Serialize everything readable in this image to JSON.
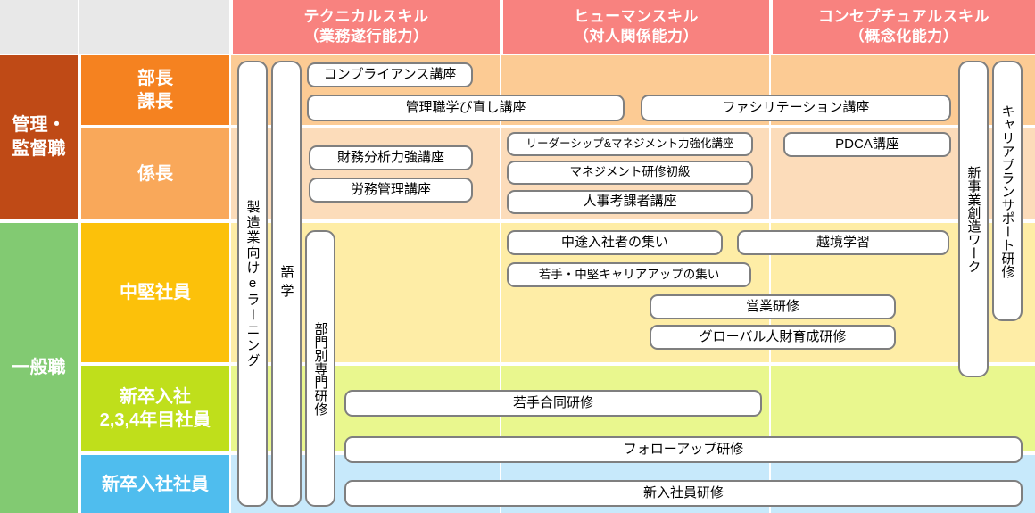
{
  "header": {
    "blank_left": "",
    "blank_level": "",
    "skills": [
      {
        "title": "テクニカルスキル",
        "subtitle": "（業務遂行能力）"
      },
      {
        "title": "ヒューマンスキル",
        "subtitle": "（対人関係能力）"
      },
      {
        "title": "コンセプチュアルスキル",
        "subtitle": "（概念化能力）"
      }
    ]
  },
  "groups": [
    {
      "label": "管理・\n監督職",
      "line1": "管理・",
      "line2": "監督職",
      "color": "#bf4a16"
    },
    {
      "label": "一般職",
      "line1": "一般職",
      "line2": "",
      "color": "#82ca72"
    }
  ],
  "levels": [
    {
      "line1": "部長",
      "line2": "課長",
      "color": "#f58220"
    },
    {
      "line1": "係長",
      "line2": "",
      "color": "#f9a85a"
    },
    {
      "line1": "中堅社員",
      "line2": "",
      "color": "#fcc10a"
    },
    {
      "line1": "新卒入社",
      "line2": "2,3,4年目社員",
      "color": "#bfdf1b"
    },
    {
      "line1": "新卒入社社員",
      "line2": "",
      "color": "#4fbdee"
    }
  ],
  "row_colors": [
    "#fccb94",
    "#fcdcba",
    "#feeda6",
    "#e9f78e",
    "#c7e9fb"
  ],
  "vertical_courses": [
    {
      "label": "製造業向けeラーニング"
    },
    {
      "label": "語学"
    },
    {
      "label": "部門別専門研修"
    },
    {
      "label": "新事業創造ワーク"
    },
    {
      "label": "キャリアプランサポート研修"
    }
  ],
  "courses": [
    {
      "label": "コンプライアンス講座"
    },
    {
      "label": "管理職学び直し講座"
    },
    {
      "label": "ファシリテーション講座"
    },
    {
      "label": "財務分析力強講座"
    },
    {
      "label": "労務管理講座"
    },
    {
      "label": "リーダーシップ&マネジメント力強化講座"
    },
    {
      "label": "マネジメント研修初級"
    },
    {
      "label": "人事考課者講座"
    },
    {
      "label": "PDCA講座"
    },
    {
      "label": "中途入社者の集い"
    },
    {
      "label": "越境学習"
    },
    {
      "label": "若手・中堅キャリアアップの集い"
    },
    {
      "label": "営業研修"
    },
    {
      "label": "グローバル人財育成研修"
    },
    {
      "label": "若手合同研修"
    },
    {
      "label": "フォローアップ研修"
    },
    {
      "label": "新入社員研修"
    }
  ]
}
